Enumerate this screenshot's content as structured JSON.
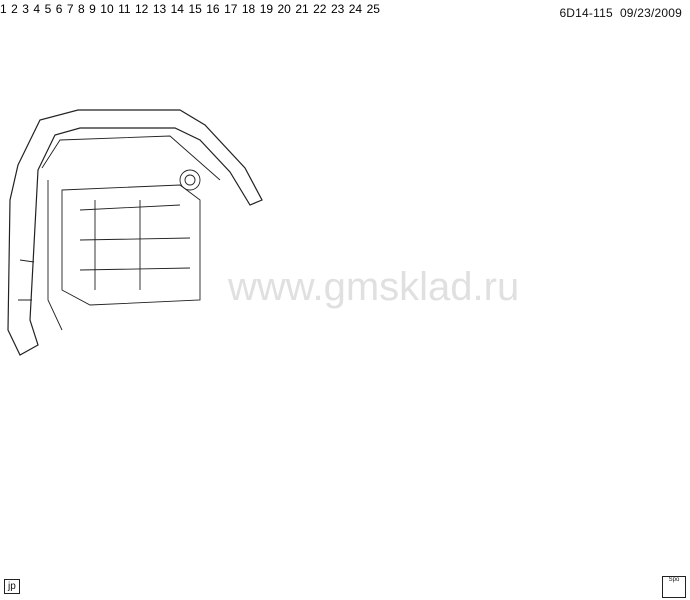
{
  "header": {
    "code": "6D14-115",
    "date": "09/23/2009"
  },
  "watermark": "www.gmsklad.ru",
  "corner_tag": "jp",
  "logo_text": "Spo",
  "callouts": [
    "1",
    "2",
    "3",
    "4",
    "5",
    "6",
    "7",
    "8",
    "9",
    "10",
    "11",
    "12",
    "13",
    "14",
    "15",
    "16",
    "17",
    "18",
    "19",
    "20",
    "21",
    "22",
    "23",
    "24",
    "25"
  ]
}
